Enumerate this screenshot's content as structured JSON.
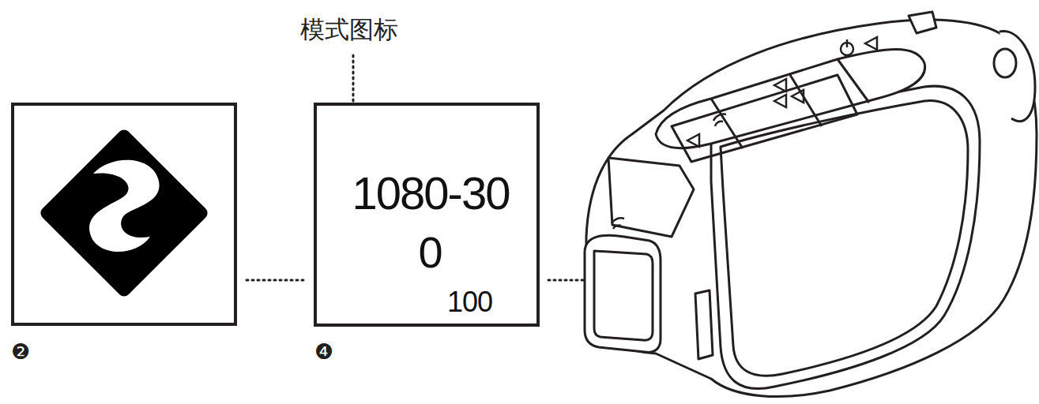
{
  "diagram": {
    "nodes": [
      {
        "text": [
          "1080-30",
          "0",
          "100"
        ]
      }
    ],
    "labels": [
      "模式图标",
      "❷",
      "❹"
    ]
  }
}
